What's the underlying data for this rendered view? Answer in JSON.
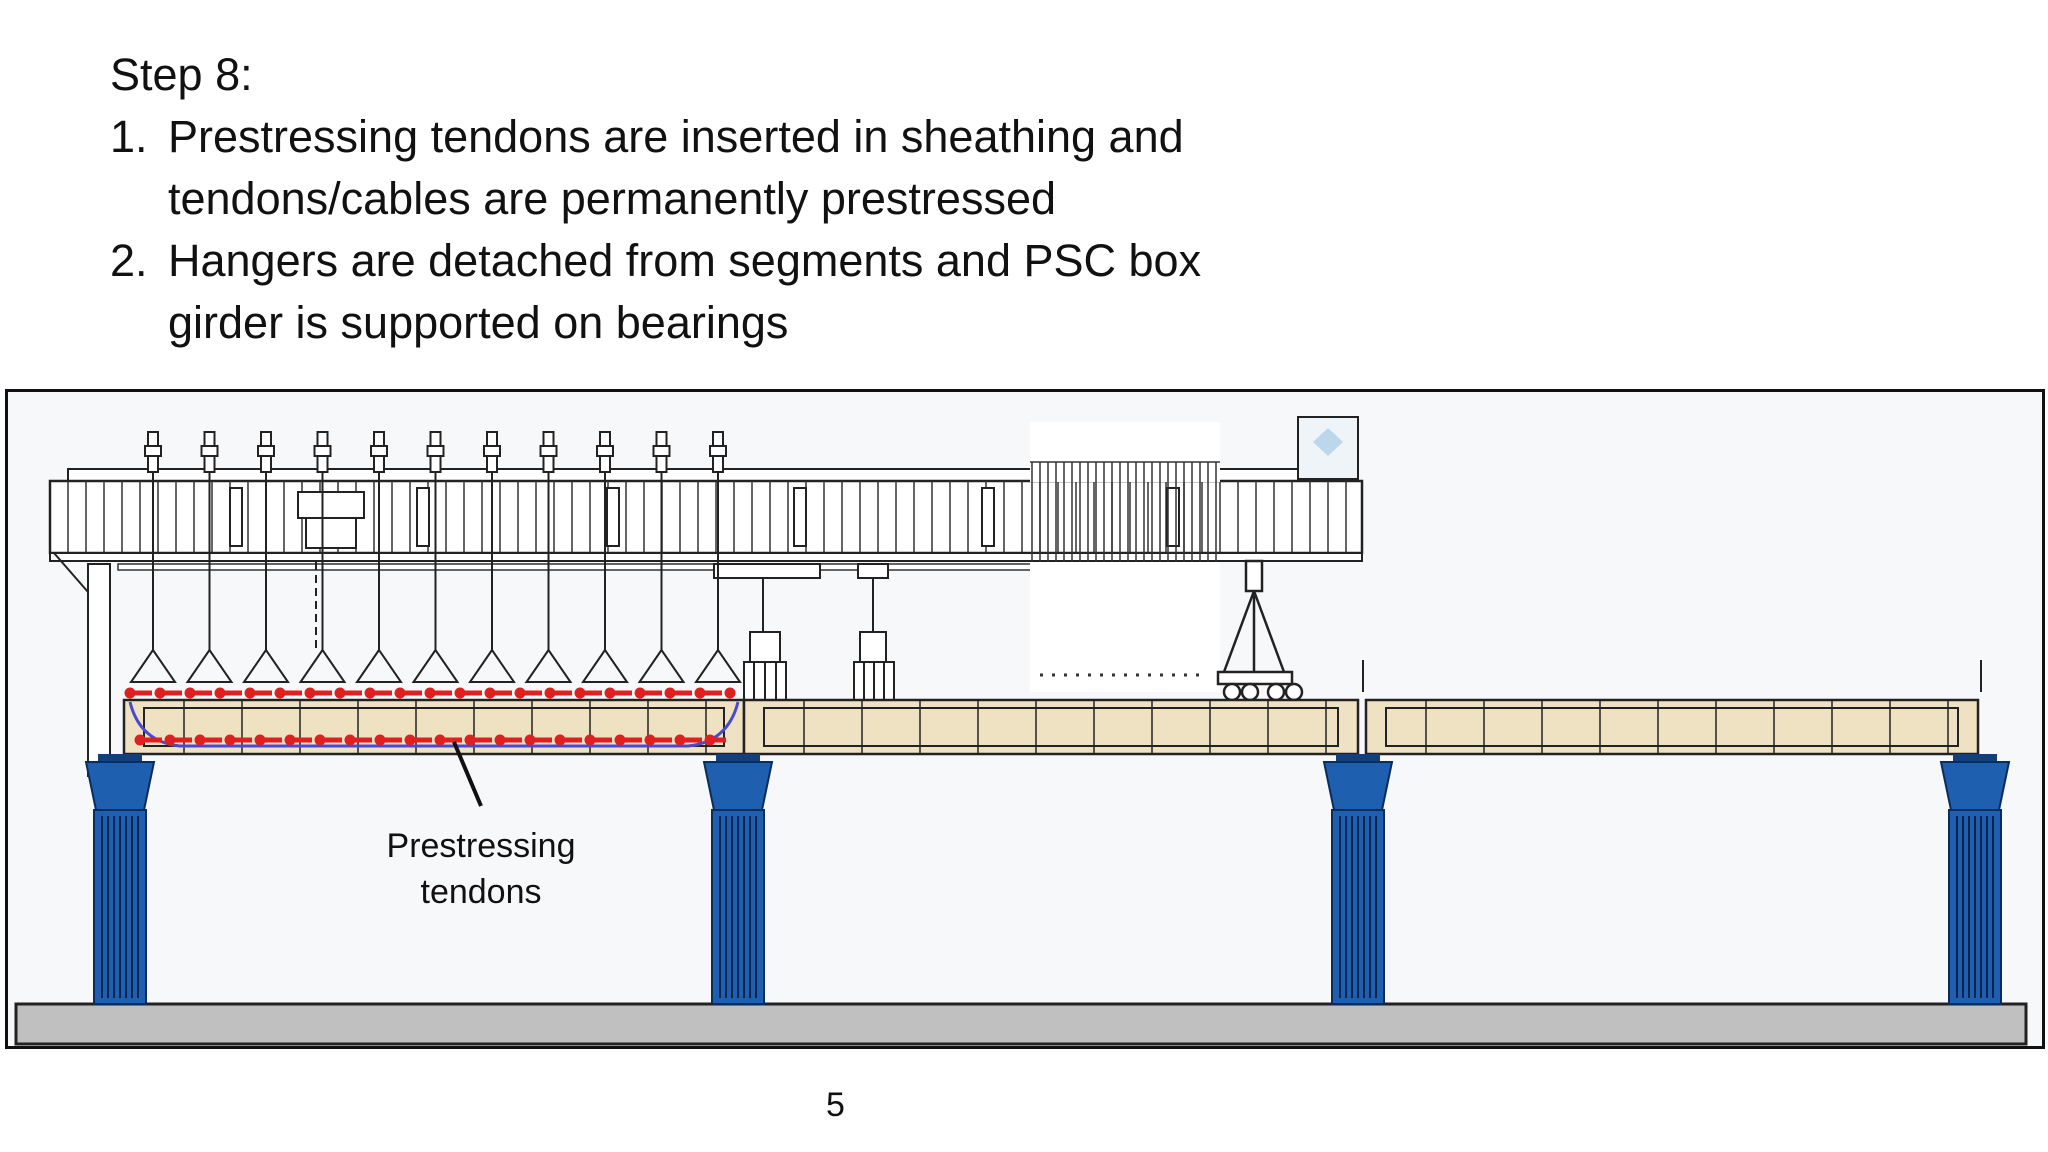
{
  "slide": {
    "heading": "Step 8:",
    "steps": [
      {
        "number": "1.",
        "lines": [
          "Prestressing tendons are inserted in sheathing and",
          "tendons/cables are permanently prestressed"
        ]
      },
      {
        "number": "2.",
        "lines": [
          "Hangers are detached from segments and PSC box",
          "girder is supported on bearings"
        ]
      }
    ],
    "page_number": "5"
  },
  "diagram": {
    "callout": {
      "lines": [
        "Prestressing",
        "tendons"
      ]
    },
    "colors": {
      "pier": "#1f5fb0",
      "pier_dark": "#123f80",
      "deck": "#efe2c2",
      "tendon": "#e02020",
      "sheathing": "#4a4ad0",
      "gantry": "#ffffff",
      "ground": "#c0c0c0"
    },
    "counts": {
      "hangers": 11,
      "piers": 4
    }
  }
}
